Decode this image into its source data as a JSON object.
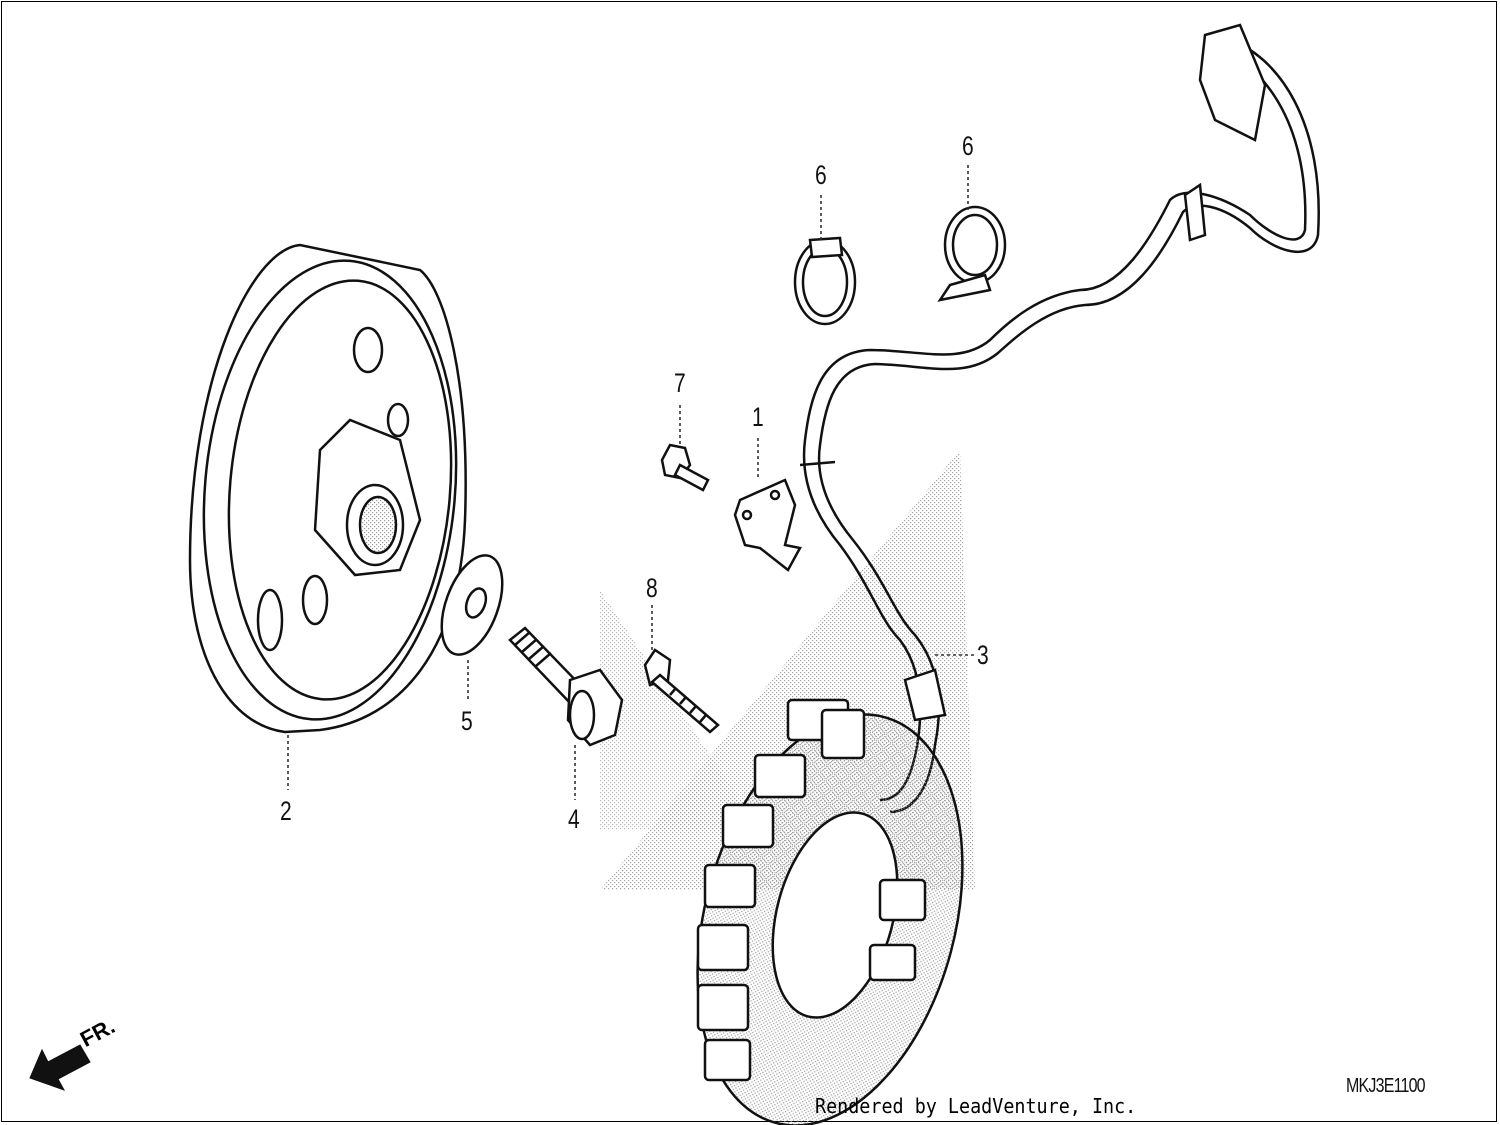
{
  "diagram": {
    "callouts": [
      {
        "id": "1",
        "label": "1"
      },
      {
        "id": "2",
        "label": "2"
      },
      {
        "id": "3",
        "label": "3"
      },
      {
        "id": "4",
        "label": "4"
      },
      {
        "id": "5",
        "label": "5"
      },
      {
        "id": "6a",
        "label": "6"
      },
      {
        "id": "6b",
        "label": "6"
      },
      {
        "id": "7",
        "label": "7"
      },
      {
        "id": "8",
        "label": "8"
      }
    ],
    "direction_label": "FR.",
    "diagram_code": "MKJ3E1100",
    "credit": "Rendered by LeadVenture, Inc."
  }
}
